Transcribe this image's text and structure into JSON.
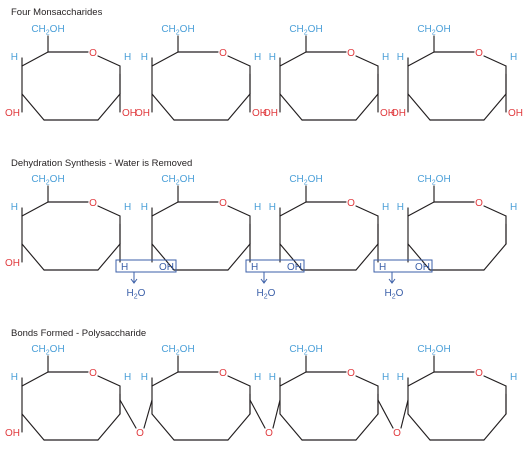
{
  "sections": [
    {
      "title": "Four Monsaccharides"
    },
    {
      "title": "Dehydration Synthesis - Water is Removed"
    },
    {
      "title": "Bonds Formed - Polysaccharide"
    }
  ],
  "labels": {
    "ring_oxygen": "O",
    "hydrogen": "H",
    "hydroxyl": "OH",
    "hydroxymethyl": {
      "main": "CH",
      "subscript": "2",
      "tail": "OH"
    },
    "water": {
      "main": "H",
      "subscript": "2",
      "tail": "O"
    },
    "glycosidic_oxygen": "O"
  },
  "colors": {
    "bond": "#231f20",
    "oxygen": "#e03a3e",
    "hydrogen": "#4a9fd8",
    "water": "#3b5fa8",
    "text": "#231f20"
  }
}
